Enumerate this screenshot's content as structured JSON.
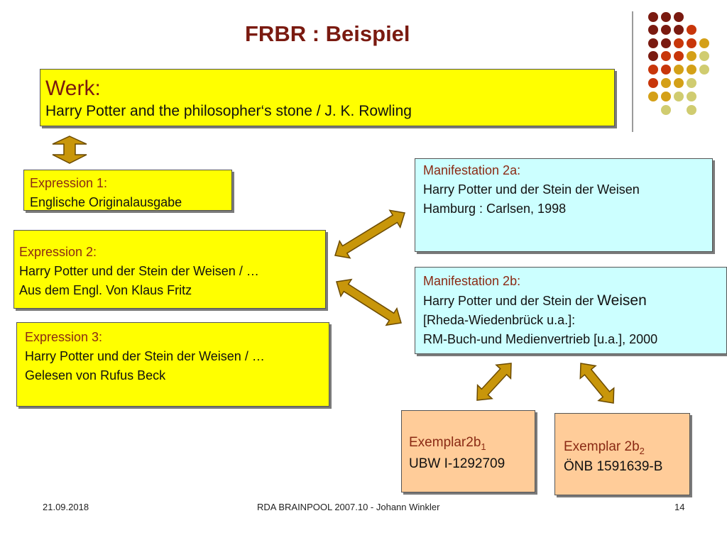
{
  "title": "FRBR : Beispiel",
  "werk": {
    "heading": "Werk:",
    "text": "Harry Potter and the philosopher‘s stone / J. K. Rowling"
  },
  "expression1": {
    "heading": "Expression 1:",
    "lines": [
      "Englische Originalausgabe"
    ]
  },
  "expression2": {
    "heading": "Expression 2:",
    "lines": [
      "Harry Potter und der Stein der  Weisen / …",
      "Aus dem Engl. Von Klaus Fritz"
    ]
  },
  "expression3": {
    "heading": "Expression 3:",
    "lines": [
      "Harry Potter und der Stein der  Weisen / …",
      "Gelesen von Rufus Beck"
    ]
  },
  "manifestation2a": {
    "heading": "Manifestation 2a:",
    "lines": [
      "Harry Potter und der Stein der Weisen",
      "Hamburg : Carlsen, 1998"
    ]
  },
  "manifestation2b": {
    "heading": "Manifestation 2b:",
    "title_pre": "Harry Potter und der Stein der ",
    "title_big": "Weisen",
    "lines": [
      "[Rheda-Wiedenbrück u.a.]:",
      "RM-Buch-und Medienvertrieb [u.a.], 2000"
    ]
  },
  "exemplar1": {
    "label": "Exemplar2b",
    "sub": "1",
    "value": "UBW I-1292709"
  },
  "exemplar2": {
    "label": "Exemplar 2b",
    "sub": "2",
    "value": "ÖNB 1591639-B"
  },
  "footer": {
    "date": "21.09.2018",
    "center": "RDA  BRAINPOOL 2007.10   -   Johann Winkler",
    "page": "14"
  },
  "colors": {
    "title": "#7a1a10",
    "yellow_box": "#ffff00",
    "cyan_box": "#ccffff",
    "peach_box": "#ffcc99",
    "arrow_fill": "#c8960a",
    "dots": [
      "#7a1a10",
      "#c8360a",
      "#d4a017",
      "#d0cc70"
    ]
  }
}
